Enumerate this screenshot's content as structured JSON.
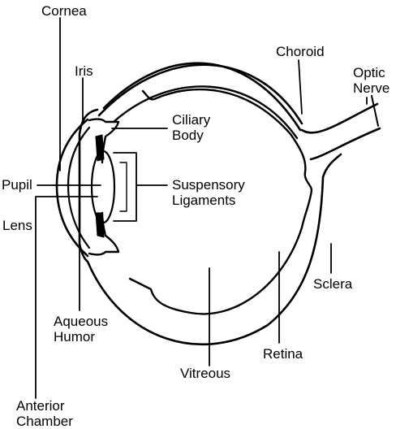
{
  "labels": {
    "cornea": "Cornea",
    "iris": "Iris",
    "choroid": "Choroid",
    "optic_nerve_1": "Optic",
    "optic_nerve_2": "Nerve",
    "ciliary_body_1": "Ciliary",
    "ciliary_body_2": "Body",
    "pupil": "Pupil",
    "suspensory_ligaments_1": "Suspensory",
    "suspensory_ligaments_2": "Ligaments",
    "lens": "Lens",
    "sclera": "Sclera",
    "aqueous_humor_1": "Aqueous",
    "aqueous_humor_2": "Humor",
    "retina": "Retina",
    "vitreous": "Vitreous",
    "anterior_chamber_1": "Anterior",
    "anterior_chamber_2": "Chamber"
  },
  "colors": {
    "line": "#000000",
    "background": "#ffffff"
  }
}
